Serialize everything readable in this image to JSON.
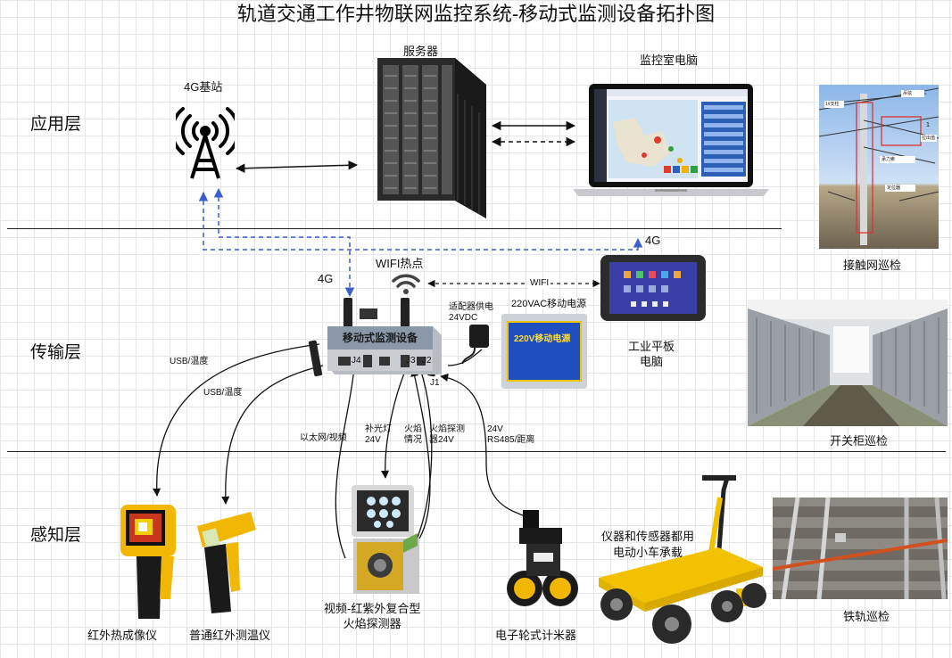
{
  "title": "轨道交通工作井物联网监控系统-移动式监测设备拓扑图",
  "layers": {
    "app": "应用层",
    "trans": "传输层",
    "sense": "感知层"
  },
  "nodes": {
    "base_station": "4G基站",
    "server": "服务器",
    "monitor_pc": "监控室电脑",
    "catenary": "接触网巡检",
    "mobile_device": "移动式监测设备",
    "wifi_hotspot": "WIFI热点",
    "adapter": "适配器供电\n24VDC",
    "power_pack": "220VAC移动电源",
    "power_pack_face": "220V移动电源",
    "tablet": "工业平板\n电脑",
    "switchgear": "开关柜巡检",
    "ir_camera": "红外热成像仪",
    "ir_thermometer": "普通红外测温仪",
    "flame_detector": "视频-红紫外复合型\n火焰探测器",
    "wheel_meter": "电子轮式计米器",
    "cart": "仪器和传感器都用\n电动小车承载",
    "rail": "铁轨巡检"
  },
  "links": {
    "g4_up": "4G",
    "g4_right": "4G",
    "wifi": "WIFI",
    "usb1": "USB/温度",
    "usb2": "USB/温度",
    "ethernet": "以太网/视频",
    "fill_light": "补光灯\n24V",
    "flame_status": "火焰\n情况",
    "flame_probe": "火焰探测\n器24V",
    "rs485": "24V\nRS485/距离"
  },
  "ports": {
    "j4": "J4",
    "j3": "J3",
    "j2": "J2",
    "j1": "J1"
  },
  "photo_labels": {
    "c1": "1#支柱",
    "c2": "吊弦",
    "c3": "承力索",
    "c4": "定位器",
    "c5": "1",
    "c6": "拉出值"
  }
}
